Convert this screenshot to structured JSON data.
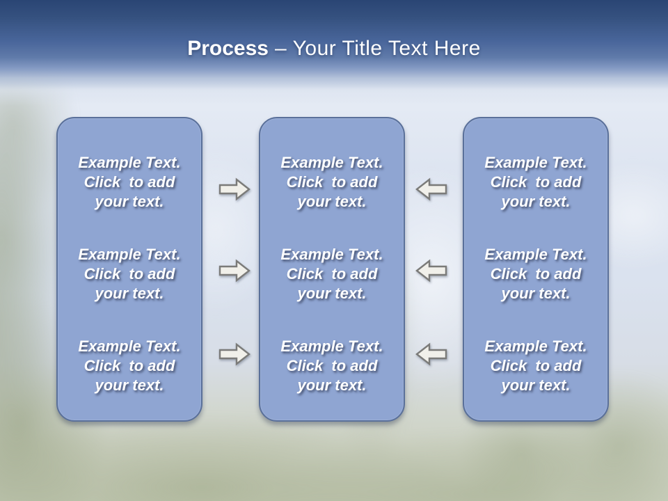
{
  "title": {
    "bold": "Process",
    "separator": "–",
    "regular": "Your Title Text Here"
  },
  "panels": [
    {
      "id": "left",
      "blocks": [
        {
          "lines": [
            "Example Text.",
            "Click  to add",
            "your text."
          ]
        },
        {
          "lines": [
            "Example Text.",
            "Click  to add",
            "your text."
          ]
        },
        {
          "lines": [
            "Example Text.",
            "Click  to add",
            "your text."
          ]
        }
      ]
    },
    {
      "id": "center",
      "blocks": [
        {
          "lines": [
            "Example Text.",
            "Click  to add",
            "your text."
          ]
        },
        {
          "lines": [
            "Example Text.",
            "Click  to add",
            "your text."
          ]
        },
        {
          "lines": [
            "Example Text.",
            "Click  to add",
            "your text."
          ]
        }
      ]
    },
    {
      "id": "right",
      "blocks": [
        {
          "lines": [
            "Example Text.",
            "Click  to add",
            "your text."
          ]
        },
        {
          "lines": [
            "Example Text.",
            "Click  to add",
            "your text."
          ]
        },
        {
          "lines": [
            "Example Text.",
            "Click  to add",
            "your text."
          ]
        }
      ]
    }
  ],
  "arrows": {
    "left_gap_direction": "right",
    "right_gap_direction": "left",
    "left_gap_count": 3,
    "right_gap_count": 3
  },
  "colors": {
    "header_top": "#2a4574",
    "header_mid": "#49669b",
    "panel_fill": "#8fa5d2",
    "panel_border": "#5a709a",
    "arrow_fill": "#f1f0ea",
    "arrow_border": "#7b7b79",
    "text": "#ffffff",
    "sky": "#dde4f0",
    "foliage": "#c8cebb"
  }
}
